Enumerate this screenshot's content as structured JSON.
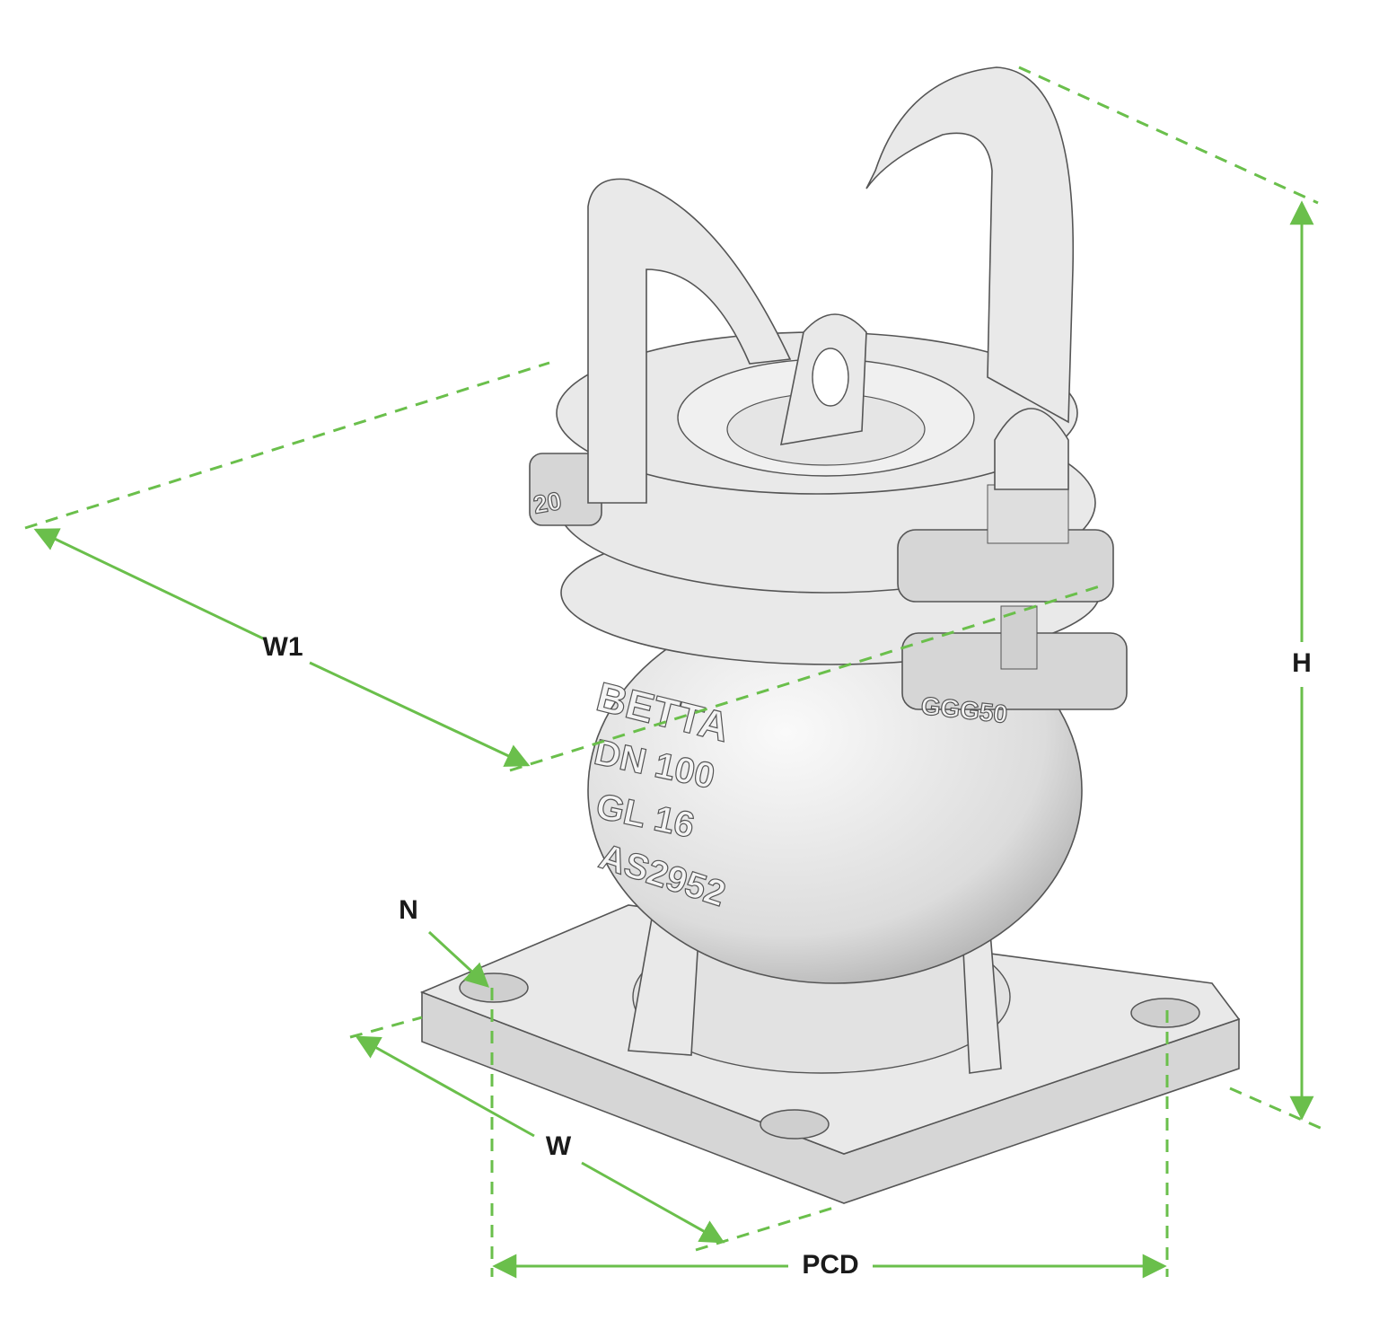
{
  "diagram": {
    "subject": "",
    "colors": {
      "dimension_line": "#6abf4b",
      "label_text": "#1a1a1a",
      "part_fill": "#e9e9e9"
    },
    "dimensions": {
      "w1": "W1",
      "h": "H",
      "n": "N",
      "w": "W",
      "pcd": "PCD"
    },
    "markings": {
      "brand": "BETTA",
      "size": "DN 100",
      "class": "GL 16",
      "serial": "AS2952",
      "material": "GGG50",
      "lug_number": "20"
    }
  }
}
